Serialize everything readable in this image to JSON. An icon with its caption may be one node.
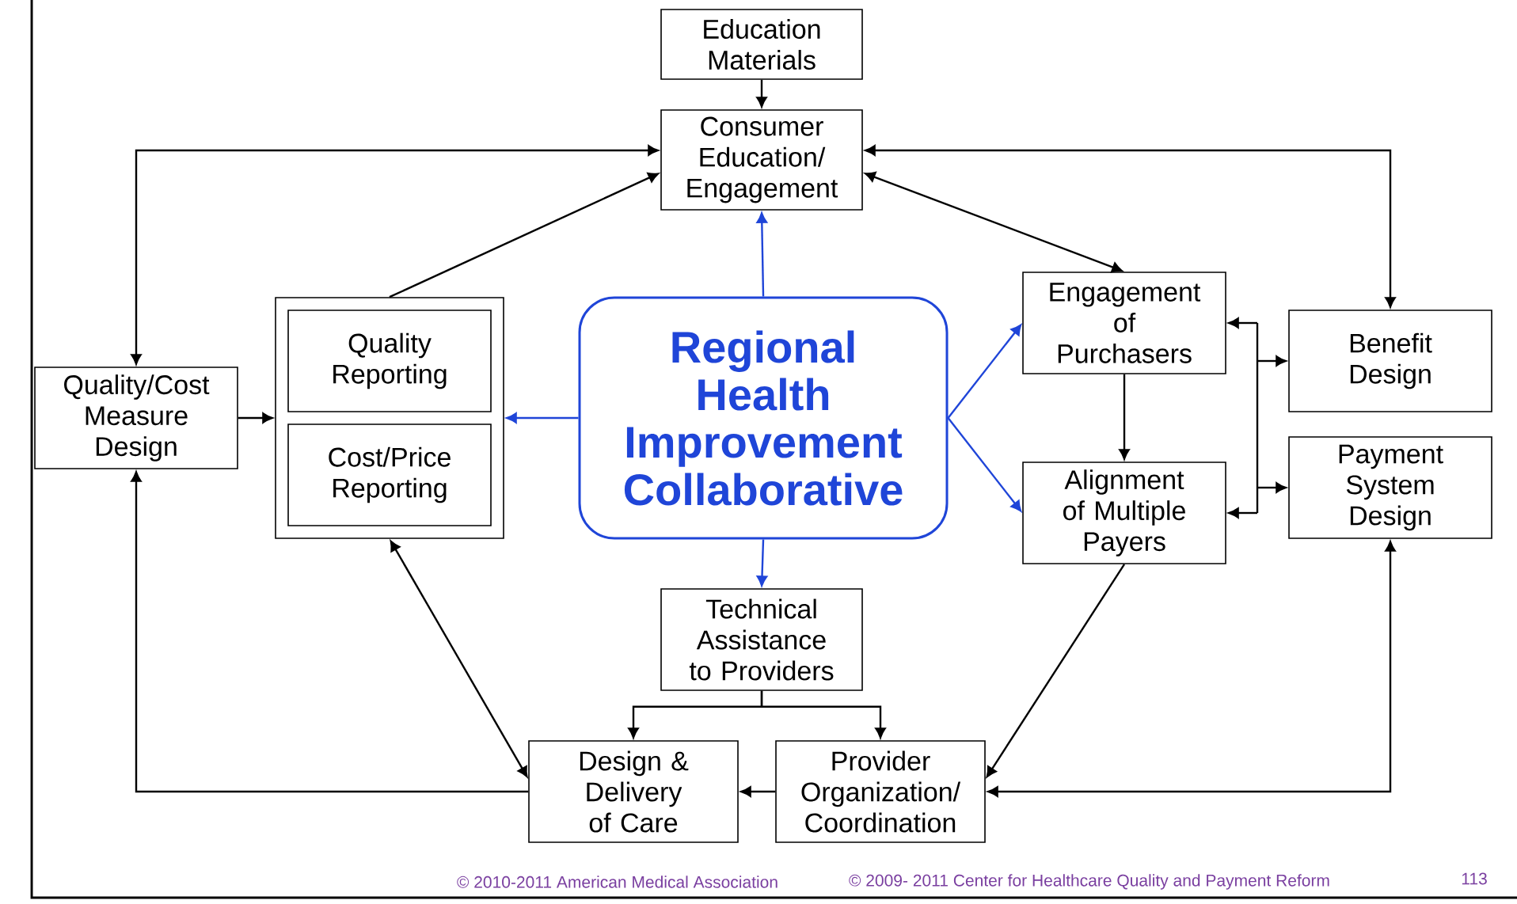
{
  "diagram": {
    "nodes": [
      {
        "text": [
          "Education Materials"
        ]
      },
      {
        "text": [
          "Consumer Education/ Engagement"
        ]
      },
      {
        "text": [
          "Regional Health Improvement Collaborative"
        ]
      },
      {
        "text": [],
        "shape": "box"
      },
      {
        "text": [
          "Quality Reporting"
        ],
        "in": 3
      },
      {
        "text": [
          "Cost/Price Reporting"
        ],
        "in": 3
      },
      {
        "text": [
          "Quality/Cost Measure Design"
        ]
      },
      {
        "text": [
          "Engagement of Purchasers"
        ]
      },
      {
        "text": [
          "Alignment of Multiple Payers"
        ]
      },
      {
        "text": [
          "Benefit Design"
        ]
      },
      {
        "text": [
          "Payment System Design"
        ]
      },
      {
        "text": [
          "Technical Assistance to Providers"
        ]
      },
      {
        "text": [
          "Design & Delivery of Care"
        ]
      },
      {
        "text": [
          "Provider Organization/ Coordination"
        ]
      }
    ],
    "edges": [
      {
        "from": 0,
        "to": 1,
        "arrow": "to"
      },
      {
        "from": 2,
        "to": 1,
        "arrow": "to",
        "color": "#1f45d8"
      },
      {
        "from": 2,
        "to": 3,
        "arrow": "to",
        "color": "#1f45d8"
      },
      {
        "from": 2,
        "to": 7,
        "arrow": "to",
        "color": "#1f45d8"
      },
      {
        "from": 2,
        "to": 8,
        "arrow": "to",
        "color": "#1f45d8"
      },
      {
        "from": 2,
        "to": 11,
        "arrow": "to",
        "color": "#1f45d8"
      },
      {
        "from": 6,
        "to": 3,
        "arrow": "to"
      },
      {
        "from": 3,
        "to": 1,
        "arrow": "to"
      },
      {
        "from": 1,
        "to": 6,
        "arrow": "both"
      },
      {
        "from": 1,
        "to": 7,
        "arrow": "both"
      },
      {
        "from": 1,
        "to": 9,
        "arrow": "both"
      },
      {
        "from": 7,
        "to": 8,
        "arrow": "to"
      },
      {
        "from": 7,
        "to": 9,
        "arrow": "both"
      },
      {
        "from": 7,
        "to": 10,
        "arrow": "both"
      },
      {
        "from": 8,
        "to": 9,
        "arrow": "both"
      },
      {
        "from": 8,
        "to": 10,
        "arrow": "both"
      },
      {
        "from": 8,
        "to": 13,
        "arrow": "to"
      },
      {
        "from": 13,
        "to": 10,
        "arrow": "both"
      },
      {
        "from": 13,
        "to": 12,
        "arrow": "to"
      },
      {
        "from": 11,
        "to": 12,
        "arrow": "to"
      },
      {
        "from": 11,
        "to": 13,
        "arrow": "to"
      },
      {
        "from": 12,
        "to": 3,
        "arrow": "both"
      },
      {
        "from": 12,
        "to": 6,
        "arrow": "to"
      }
    ],
    "labels": [
      "© 2010-2011 American Medical Association",
      "© 2009- 2011 Center for Healthcare Quality and Payment Reform",
      "113"
    ]
  }
}
